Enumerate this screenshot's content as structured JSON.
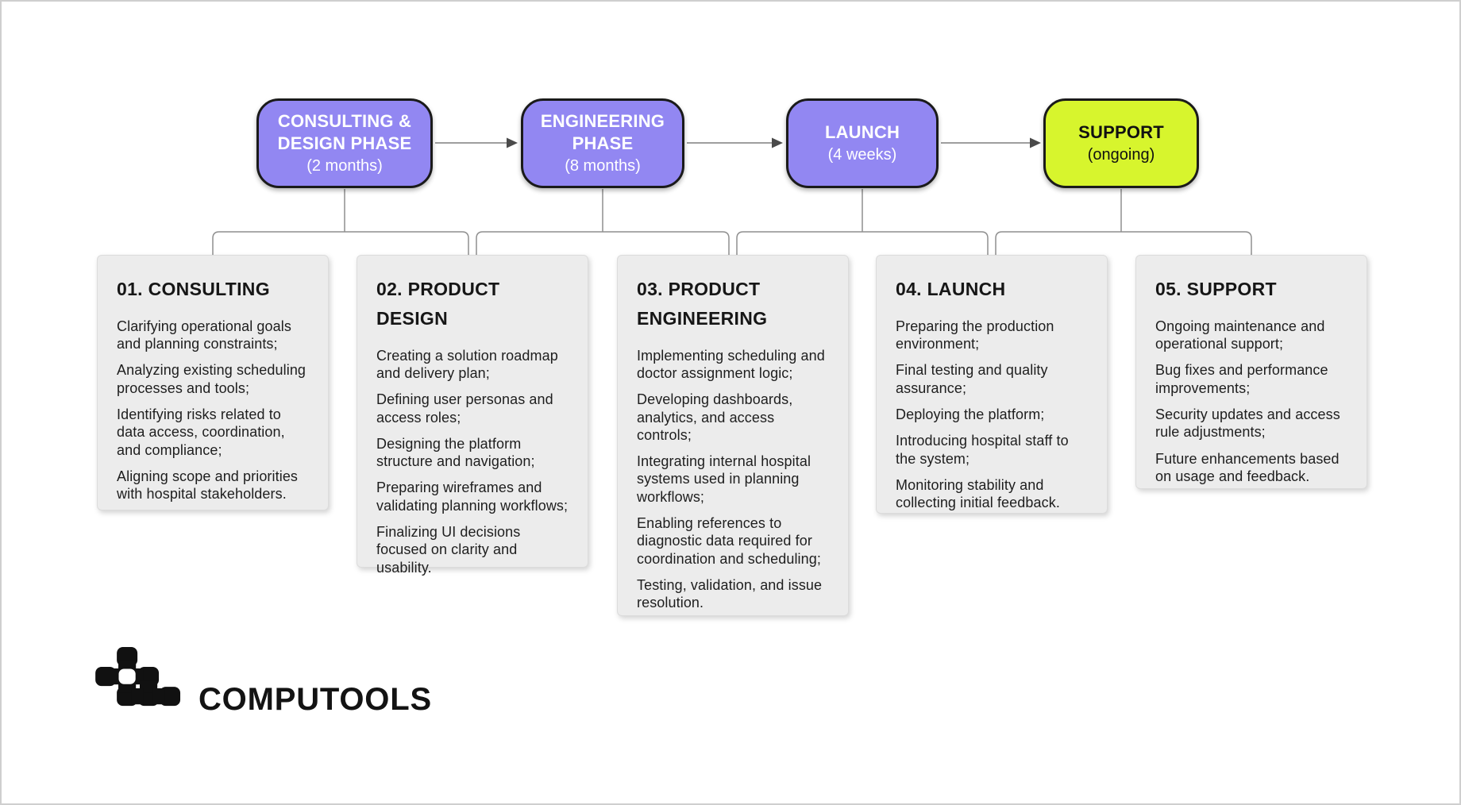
{
  "colors": {
    "purple": "#9287f2",
    "lime": "#d7f52d",
    "card_bg": "#ececec",
    "tree_line_gray": "#8f8f8f",
    "arrow_gray": "#9e9e9e",
    "arrowhead_gray": "#4a4a4a",
    "node_border": "#1a1a1a"
  },
  "phases": [
    {
      "title": "CONSULTING & DESIGN PHASE",
      "subtitle": "(2 months)",
      "fill": "#9287f2",
      "text_color": "#ffffff"
    },
    {
      "title": "ENGINEERING PHASE",
      "subtitle": "(8 months)",
      "fill": "#9287f2",
      "text_color": "#ffffff"
    },
    {
      "title": "LAUNCH",
      "subtitle": "(4 weeks)",
      "fill": "#9287f2",
      "text_color": "#ffffff"
    },
    {
      "title": "SUPPORT",
      "subtitle": "(ongoing)",
      "fill": "#d7f52d",
      "text_color": "#111111"
    }
  ],
  "cards": [
    {
      "title": "01. CONSULTING",
      "items": [
        "Clarifying operational goals and planning constraints;",
        "Analyzing existing scheduling processes and tools;",
        "Identifying risks related to data access, coordination, and compliance;",
        "Aligning scope and priorities with hospital stakeholders."
      ]
    },
    {
      "title": "02. PRODUCT DESIGN",
      "items": [
        "Creating a solution roadmap and delivery plan;",
        "Defining user personas and access roles;",
        "Designing the platform structure and navigation;",
        "Preparing wireframes and validating planning workflows;",
        "Finalizing UI decisions focused on clarity and usability."
      ]
    },
    {
      "title": "03. PRODUCT ENGINEERING",
      "items": [
        "Implementing scheduling and doctor assignment logic;",
        "Developing dashboards, analytics, and access controls;",
        "Integrating internal hospital systems used in planning workflows;",
        "Enabling references to diagnostic data required for coordination and scheduling;",
        "Testing, validation, and issue resolution."
      ]
    },
    {
      "title": "04. LAUNCH",
      "items": [
        "Preparing the production environment;",
        "Final testing and quality assurance;",
        "Deploying the platform;",
        "Introducing hospital staff to the system;",
        "Monitoring stability and collecting initial feedback."
      ]
    },
    {
      "title": "05. SUPPORT",
      "items": [
        "Ongoing maintenance and operational support;",
        "Bug fixes and performance improvements;",
        "Security updates and access rule adjustments;",
        "Future enhancements based on usage and feedback."
      ]
    }
  ],
  "logo": {
    "brand": "COMPUTOOLS"
  }
}
